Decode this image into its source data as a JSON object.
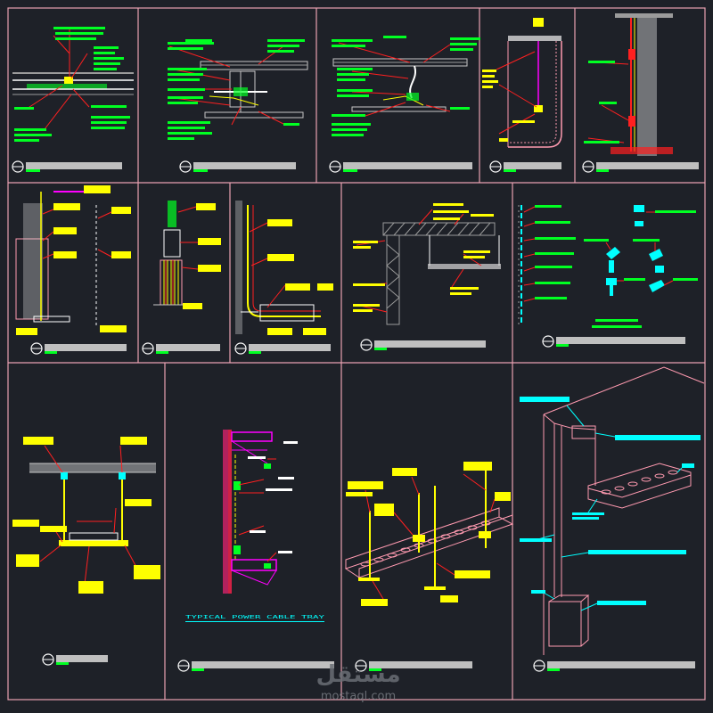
{
  "sheet": {
    "background": "#1e2128",
    "frame_color": "#e8a1b1",
    "colors": {
      "yellow": "#ffff00",
      "green": "#00ff22",
      "cyan": "#00ffff",
      "white": "#ffffff",
      "red": "#ff2020",
      "magenta": "#ff00ff",
      "pink": "#ff9ab0",
      "gray": "#9b9b9b",
      "hatch": "#d8d8d8"
    },
    "panel_count": 14
  },
  "caption_panel_6": "TYPICAL POWER CABLE TRAY",
  "watermark": {
    "arabic": "مستقل",
    "latin": "mostaql.com"
  }
}
